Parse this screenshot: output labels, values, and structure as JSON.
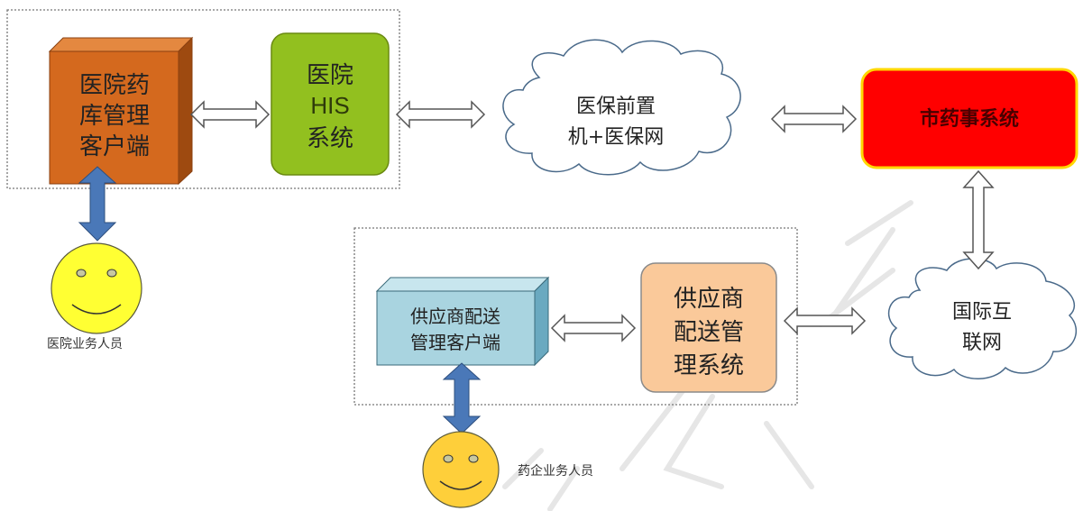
{
  "nodes": {
    "hospital_pharmacy_client": {
      "lines": [
        "医院药",
        "库管理",
        "客户端"
      ]
    },
    "hospital_his": {
      "lines": [
        "医院",
        "HIS",
        "系统"
      ]
    },
    "insurance_cloud": {
      "lines": [
        "医保前置",
        "机+医保网"
      ]
    },
    "city_pharma_system": {
      "lines": [
        "市药事系统"
      ]
    },
    "internet_cloud": {
      "lines": [
        "国际互",
        "联网"
      ]
    },
    "supplier_client": {
      "lines": [
        "供应商配送",
        "管理客户端"
      ]
    },
    "supplier_system": {
      "lines": [
        "供应商",
        "配送管",
        "理系统"
      ]
    }
  },
  "actors": {
    "hospital_staff": "医院业务人员",
    "pharma_staff": "药企业务人员"
  },
  "colors": {
    "hospital_client_front": "#d4691e",
    "hospital_client_side": "#9e4a10",
    "his_fill": "#92c01f",
    "city_fill": "#ff0000",
    "city_border": "#ffd700",
    "supplier_client_front": "#a9d4e0",
    "supplier_client_side": "#6aa9c0",
    "supplier_system_fill": "#fac99a",
    "face_fill": "#ffff33",
    "face_fill_2": "#fecf3a",
    "blue_arrow": "#4a78b8"
  }
}
